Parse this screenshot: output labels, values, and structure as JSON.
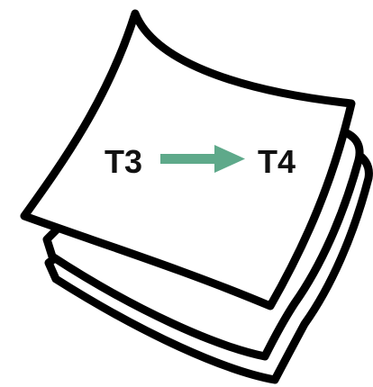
{
  "diagram": {
    "from_label": "T3",
    "to_label": "T4",
    "arrow_color": "#5ea98a",
    "outline_color": "#000000",
    "sheet_fill": "#ffffff",
    "sheets": [
      "bottom-sheet",
      "middle-sheet",
      "top-sheet"
    ]
  }
}
